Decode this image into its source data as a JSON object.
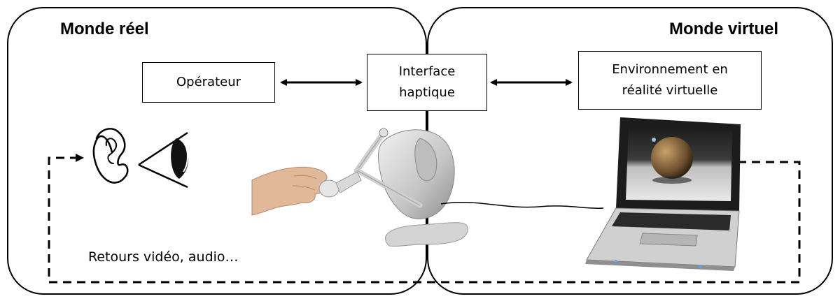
{
  "zones": {
    "real_world_title": "Monde réel",
    "virtual_world_title": "Monde virtuel"
  },
  "boxes": {
    "operator": "Opérateur",
    "haptic_interface": [
      "Interface",
      "haptique"
    ],
    "virtual_environment": [
      "Environnement en",
      "réalité virtuelle"
    ]
  },
  "feedback_label": "Retours vidéo, audio…",
  "icons": [
    "ear-icon",
    "eye-icon",
    "haptic-device-icon",
    "laptop-icon",
    "hand-icon"
  ]
}
